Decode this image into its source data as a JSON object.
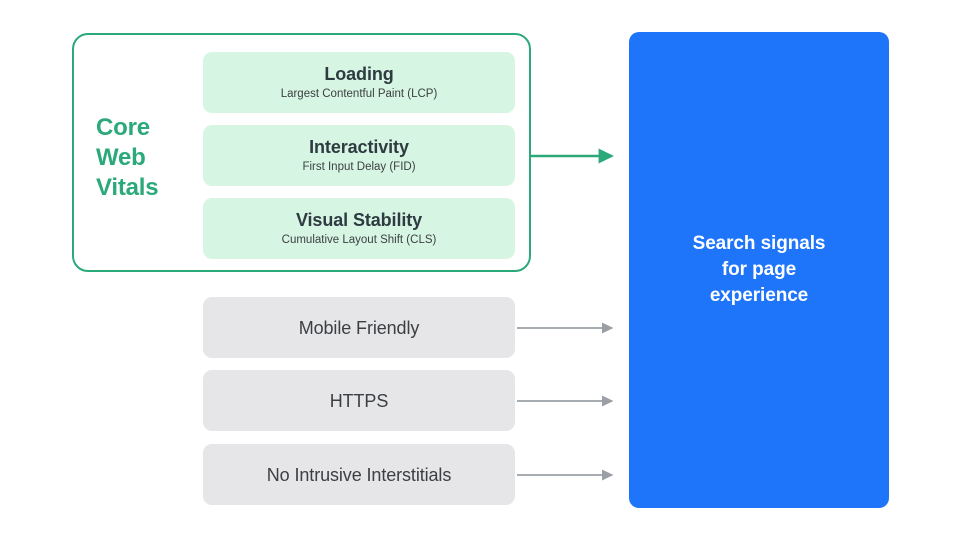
{
  "diagram": {
    "title": "Search signals for page experience",
    "core_web_vitals": {
      "group_label": "Core\nWeb\nVitals",
      "group_label_line1": "Core",
      "group_label_line2": "Web",
      "group_label_line3": "Vitals",
      "metrics": [
        {
          "title": "Loading",
          "subtitle": "Largest Contentful Paint (LCP)"
        },
        {
          "title": "Interactivity",
          "subtitle": "First Input Delay (FID)"
        },
        {
          "title": "Visual Stability",
          "subtitle": "Cumulative Layout Shift (CLS)"
        }
      ]
    },
    "other_signals": [
      {
        "label": "Mobile Friendly"
      },
      {
        "label": "HTTPS"
      },
      {
        "label": "No Intrusive Interstitials"
      }
    ],
    "outcome": {
      "line1": "Search signals",
      "line2": "for page",
      "line3": "experience"
    },
    "colors": {
      "green_accent": "#2BA97A",
      "mint_fill": "#D6F5E3",
      "grey_fill": "#E6E6E8",
      "blue_fill": "#1F75FA",
      "text_dark": "#3C4043",
      "arrow_grey": "#9AA0A6",
      "white": "#FFFFFF"
    }
  }
}
